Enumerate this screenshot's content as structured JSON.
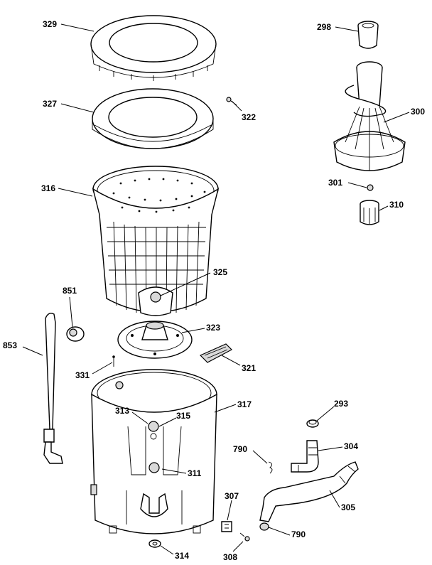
{
  "labels": {
    "l329": "329",
    "l327": "327",
    "l322": "322",
    "l316": "316",
    "l325": "325",
    "l851": "851",
    "l853": "853",
    "l323": "323",
    "l331": "331",
    "l321": "321",
    "l317": "317",
    "l313": "313",
    "l315": "315",
    "l311": "311",
    "l314": "314",
    "l298": "298",
    "l300": "300",
    "l301": "301",
    "l310": "310",
    "l293": "293",
    "l790a": "790",
    "l304": "304",
    "l305": "305",
    "l307": "307",
    "l790b": "790",
    "l308": "308"
  }
}
